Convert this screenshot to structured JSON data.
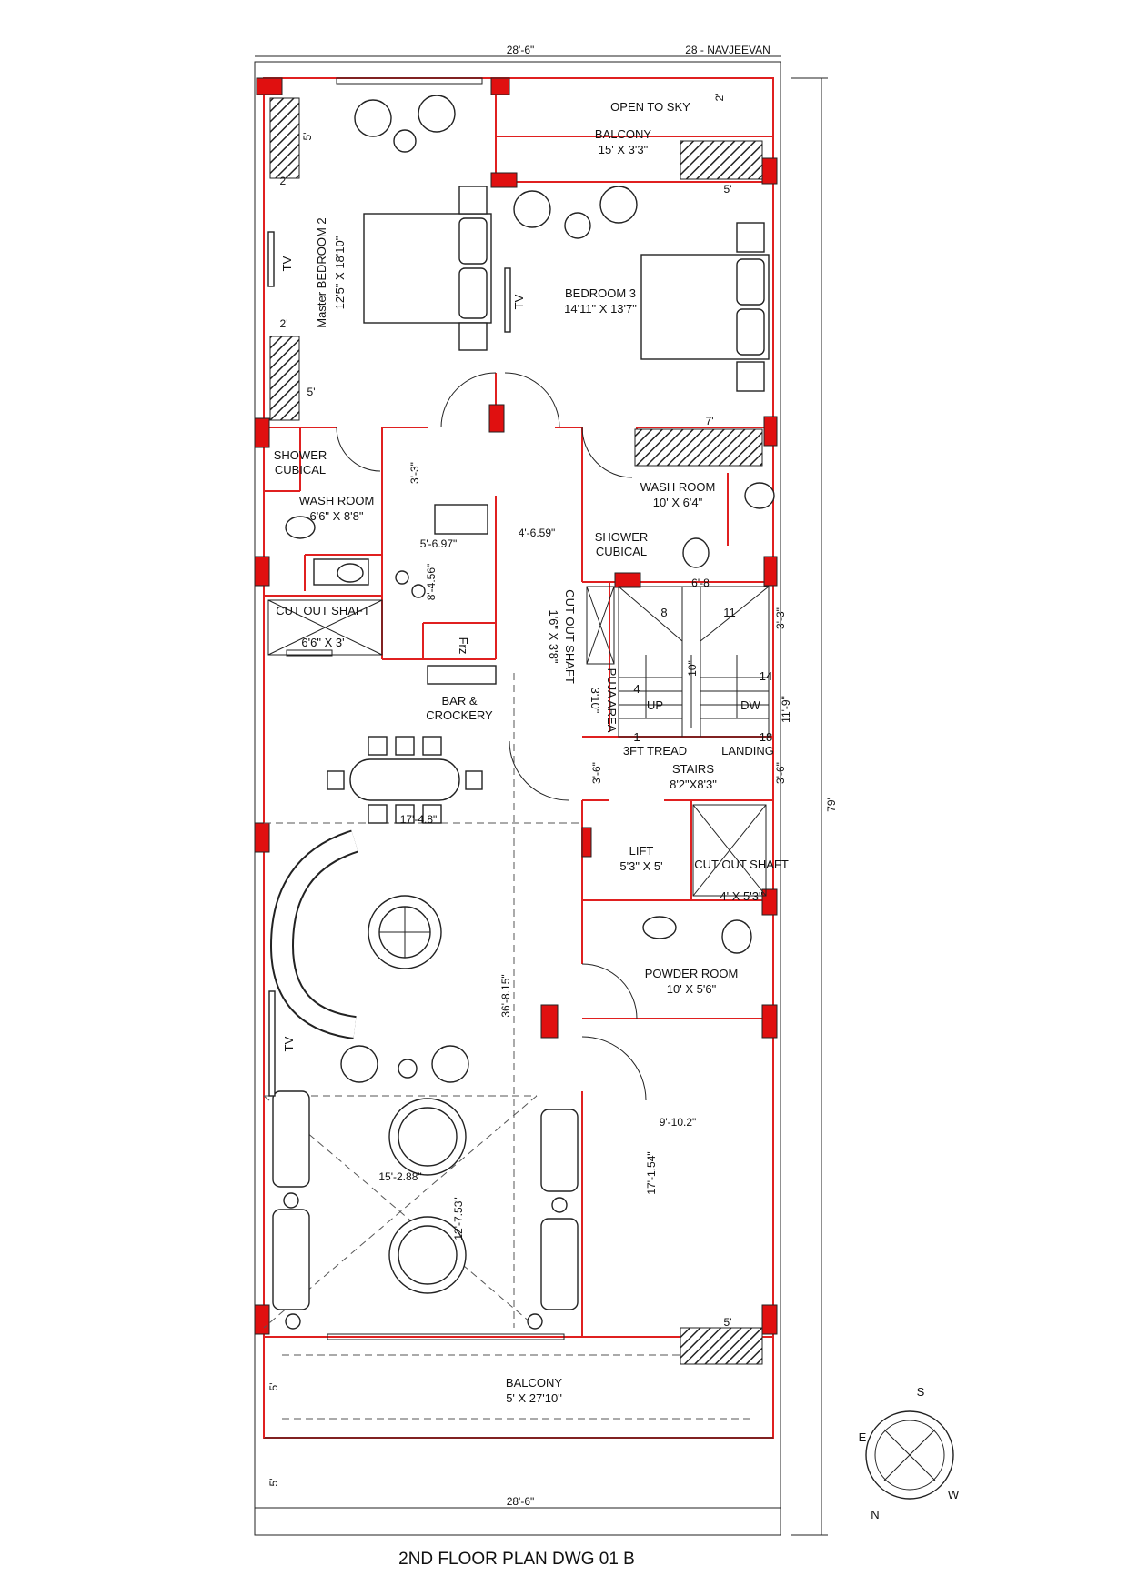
{
  "title": "2ND FLOOR PLAN DWG 01 B",
  "header_label": "28 - NAVJEEVAN",
  "overall": {
    "width": "28'-6\"",
    "length": "79'"
  },
  "rooms": {
    "master_bedroom": {
      "name": "Master  BEDROOM 2",
      "size": "12'5\" X 18'10\""
    },
    "bedroom3": {
      "name": "BEDROOM 3",
      "size": "14'11\" X 13'7\""
    },
    "balcony_top": {
      "name": "BALCONY",
      "size": "15' X 3'3\""
    },
    "open_to_sky": "OPEN TO SKY",
    "shower_left": "SHOWER CUBICAL",
    "washroom_left": {
      "name": "WASH ROOM",
      "size": "6'6\" X 8'8\""
    },
    "washroom_right": {
      "name": "WASH ROOM",
      "size": "10' X 6'4\""
    },
    "shower_right": "SHOWER CUBICAL",
    "cutout_left": {
      "name": "CUT OUT SHAFT",
      "size": "6'6\" X 3'"
    },
    "cutout_mid": {
      "name": "CUT OUT SHAFT",
      "size": "1'6\" X 3'8\""
    },
    "puja": {
      "name": "PUJA AREA",
      "size": "3'10\""
    },
    "bar": "BAR & CROCKERY",
    "stairs": {
      "name": "STAIRS",
      "size": "8'2\"X8'3\"",
      "tread": "3FT TREAD",
      "landing": "LANDING",
      "up": "UP",
      "dw": "DW"
    },
    "lift": {
      "name": "LIFT",
      "size": "5'3\" X 5'"
    },
    "cutout_lift": {
      "name": "CUT OUT SHAFT",
      "size": "4' X 5'3\""
    },
    "powder": {
      "name": "POWDER ROOM",
      "size": "10' X 5'6\""
    },
    "balcony_bottom": {
      "name": "BALCONY",
      "size": "5' X 27'10\""
    },
    "frz": "Frz",
    "tv": "TV"
  },
  "dimensions": {
    "d_5a": "5'",
    "d_2a": "2'",
    "d_2b": "2'",
    "d_5b": "5'",
    "d_2c": "2'",
    "d_5c": "5'",
    "d_7": "7'",
    "d_33": "3'-3\"",
    "d_4659": "4'-6.59\"",
    "d_5697": "5'-6.97\"",
    "d_8456": "8'-4.56\"",
    "d_68": "6'-8",
    "d_10": "10\"",
    "d_33b": "3'-3\"",
    "d_119": "11'-9\"",
    "d_36": "3'-6\"",
    "d_36b": "3'-6\"",
    "d_1748": "17'-4.8\"",
    "d_36815": "36'-8.15\"",
    "d_91002": "9'-10.2\"",
    "d_17154": "17'-1.54\"",
    "d_15288": "15'-2.88\"",
    "d_12753": "12'-7.53\"",
    "d_5d": "5'",
    "d_5e": "5'",
    "d_5f": "5'"
  },
  "stair_numbers": [
    "8",
    "11",
    "4",
    "14",
    "1",
    "18"
  ],
  "compass": {
    "n": "N",
    "e": "E",
    "s": "S",
    "w": "W"
  },
  "colors": {
    "wall": "#e02020",
    "column": "#e01010",
    "line": "#222222"
  }
}
